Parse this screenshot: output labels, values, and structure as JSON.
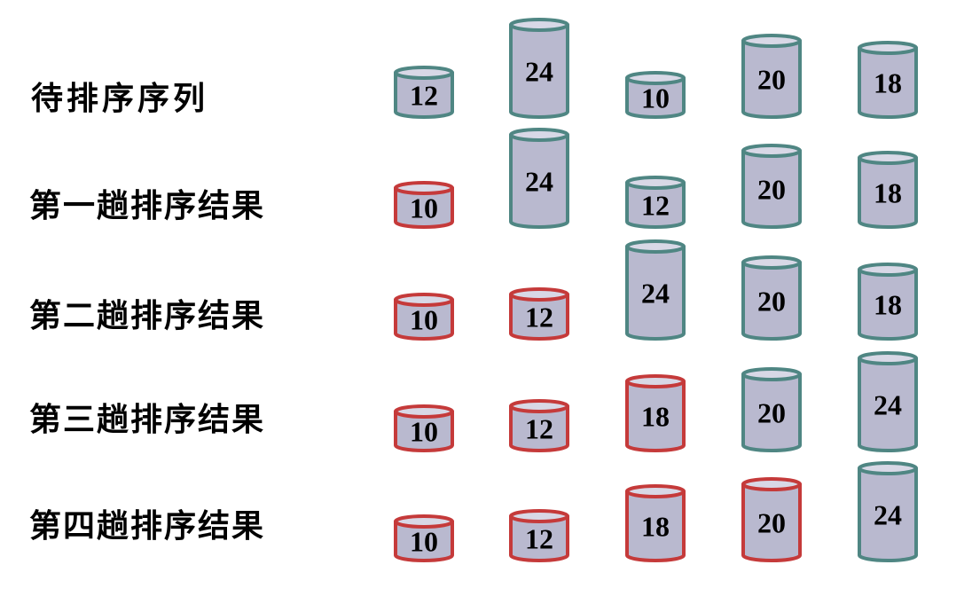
{
  "rows": [
    {
      "label": "待排序序列",
      "items": [
        {
          "value": 12,
          "sorted": false
        },
        {
          "value": 24,
          "sorted": false
        },
        {
          "value": 10,
          "sorted": false
        },
        {
          "value": 20,
          "sorted": false
        },
        {
          "value": 18,
          "sorted": false
        }
      ]
    },
    {
      "label": "第一趟排序结果",
      "items": [
        {
          "value": 10,
          "sorted": true
        },
        {
          "value": 24,
          "sorted": false
        },
        {
          "value": 12,
          "sorted": false
        },
        {
          "value": 20,
          "sorted": false
        },
        {
          "value": 18,
          "sorted": false
        }
      ]
    },
    {
      "label": "第二趟排序结果",
      "items": [
        {
          "value": 10,
          "sorted": true
        },
        {
          "value": 12,
          "sorted": true
        },
        {
          "value": 24,
          "sorted": false
        },
        {
          "value": 20,
          "sorted": false
        },
        {
          "value": 18,
          "sorted": false
        }
      ]
    },
    {
      "label": "第三趟排序结果",
      "items": [
        {
          "value": 10,
          "sorted": true
        },
        {
          "value": 12,
          "sorted": true
        },
        {
          "value": 18,
          "sorted": true
        },
        {
          "value": 20,
          "sorted": false
        },
        {
          "value": 24,
          "sorted": false
        }
      ]
    },
    {
      "label": "第四趟排序结果",
      "items": [
        {
          "value": 10,
          "sorted": true
        },
        {
          "value": 12,
          "sorted": true
        },
        {
          "value": 18,
          "sorted": true
        },
        {
          "value": 20,
          "sorted": true
        },
        {
          "value": 24,
          "sorted": false
        }
      ]
    }
  ],
  "colors": {
    "cylinder_fill": "#b9b9cf",
    "cylinder_top": "#d8d8e6",
    "unsorted_stroke": "#4f8683",
    "sorted_stroke": "#c53a3a"
  }
}
